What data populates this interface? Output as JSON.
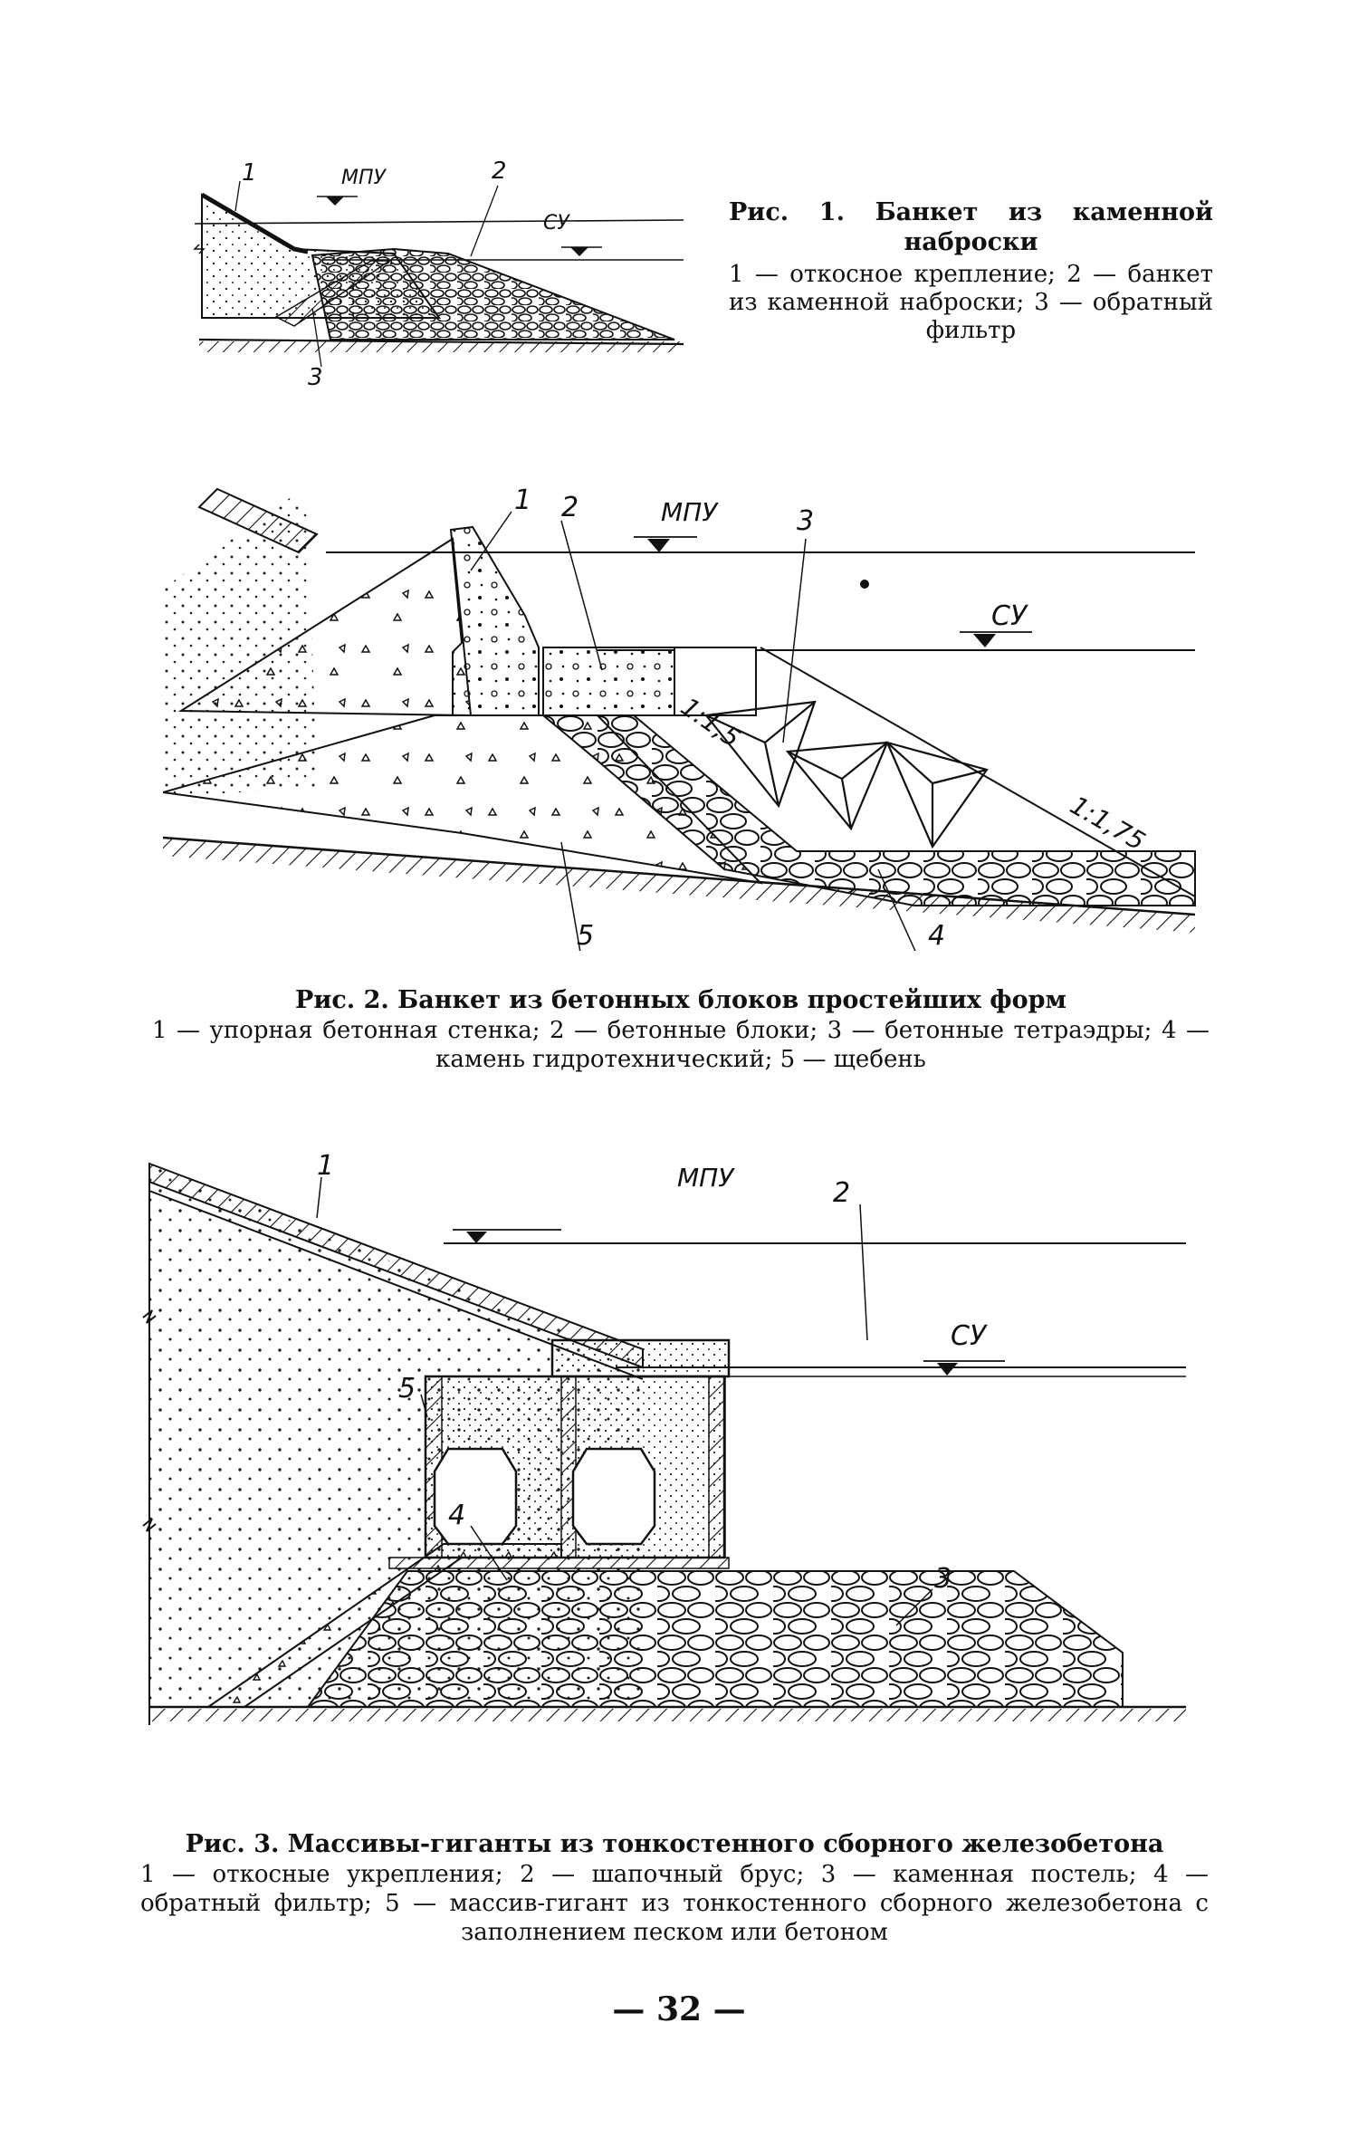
{
  "figure1": {
    "labels": {
      "mpu": "МПУ",
      "su": "СУ",
      "n1": "1",
      "n2": "2",
      "n3": "3"
    },
    "caption": {
      "title": "Рис. 1. Банкет из каменной наброски",
      "legend": "1 — откосное крепление; 2 — банкет из каменной наброски; 3 — обратный фильтр"
    }
  },
  "figure2": {
    "labels": {
      "mpu": "МПУ",
      "su": "СУ",
      "n1": "1",
      "n2": "2",
      "n3": "3",
      "n4": "4",
      "n5": "5",
      "slope1": "1:1,5",
      "slope2": "1:1,75"
    },
    "caption": {
      "title": "Рис. 2. Банкет из бетонных блоков простейших форм",
      "legend": "1 — упорная бетонная стенка; 2 — бетонные блоки; 3 — бетонные тетраэдры; 4 — камень гидротехнический; 5 — щебень"
    }
  },
  "figure3": {
    "labels": {
      "mpu": "МПУ",
      "su": "СУ",
      "n1": "1",
      "n2": "2",
      "n3": "3",
      "n4": "4",
      "n5": "5"
    },
    "caption": {
      "title": "Рис. 3. Массивы-гиганты из тонкостенного сборного железобетона",
      "legend": "1 — откосные укрепления; 2 — шапочный брус; 3 — каменная постель; 4 — обратный фильтр; 5 — массив-гигант из тонкостенного сборного железобетона с заполнением песком или бетоном"
    }
  },
  "page_number": "— 32 —"
}
